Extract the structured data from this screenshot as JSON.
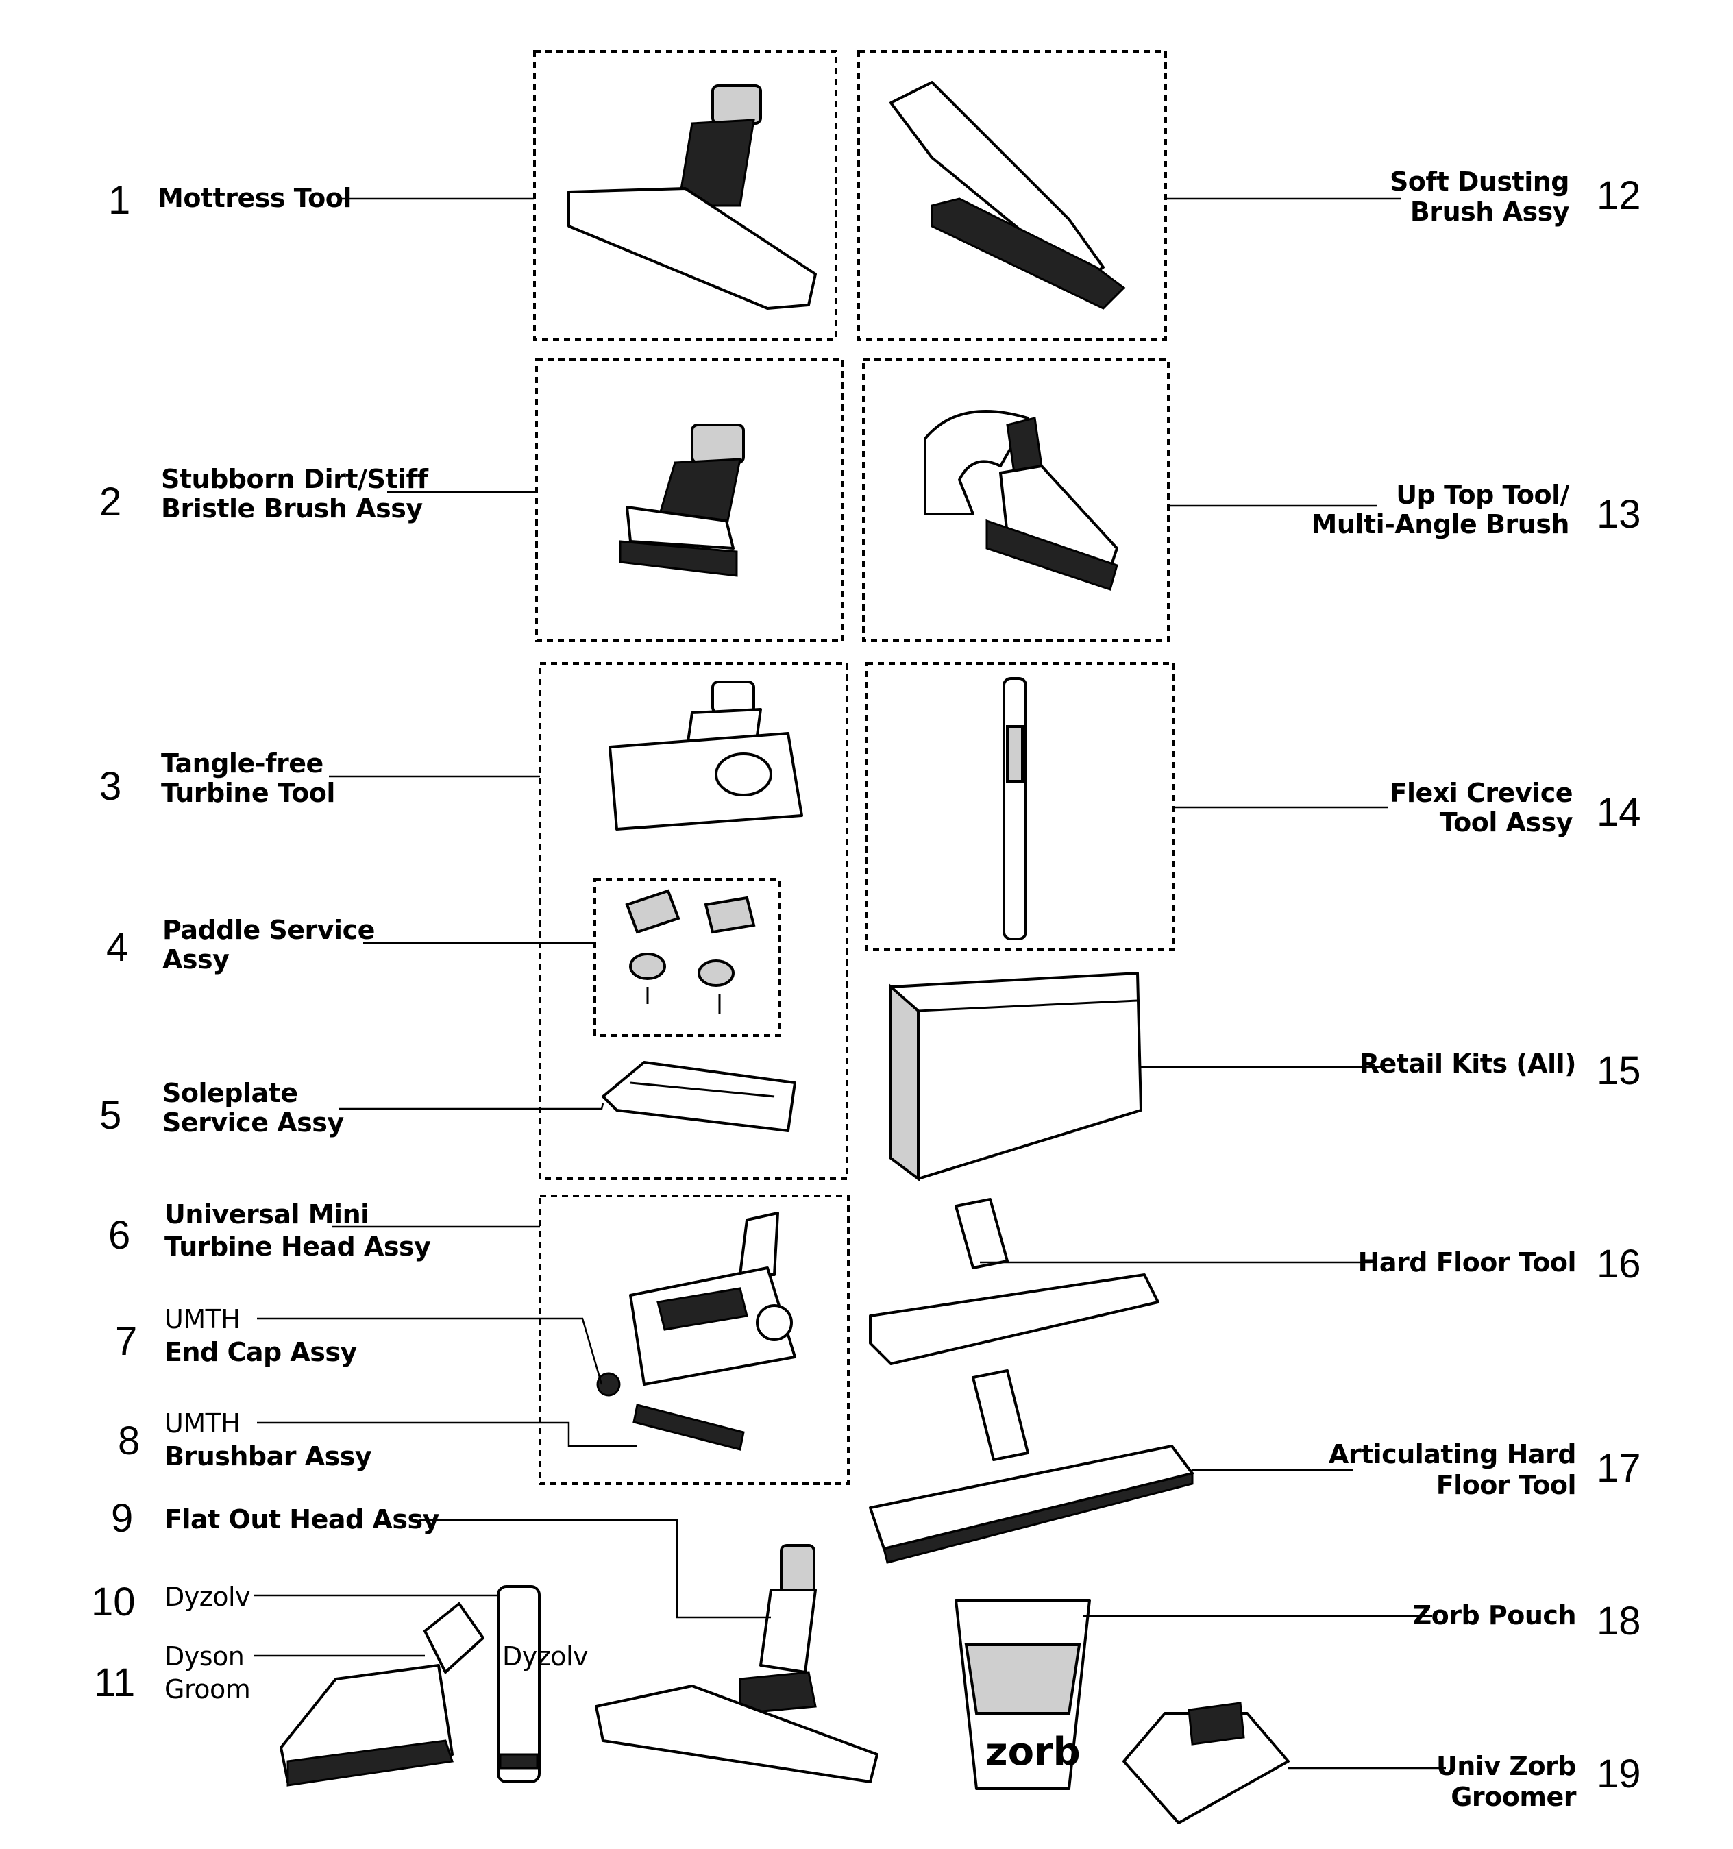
{
  "parts": [
    {
      "num": "1",
      "label": [
        "Mottress Tool"
      ]
    },
    {
      "num": "2",
      "label": [
        "Stubborn Dirt/Stiff",
        "Bristle Brush Assy"
      ]
    },
    {
      "num": "3",
      "label": [
        "Tangle-free",
        "Turbine Tool"
      ]
    },
    {
      "num": "4",
      "label": [
        "Paddle Service",
        "Assy"
      ]
    },
    {
      "num": "5",
      "label": [
        "Soleplate",
        "Service Assy"
      ]
    },
    {
      "num": "6",
      "label": [
        "Universal Mini",
        "Turbine Head Assy"
      ]
    },
    {
      "num": "7",
      "label": [
        "UMTH",
        "End Cap Assy"
      ]
    },
    {
      "num": "8",
      "label": [
        "UMTH",
        "Brushbar Assy"
      ]
    },
    {
      "num": "9",
      "label": [
        "Flat Out Head Assy"
      ]
    },
    {
      "num": "10",
      "label": [
        "Dyzolv"
      ]
    },
    {
      "num": "11",
      "label": [
        "Dyson",
        "Groom"
      ]
    },
    {
      "num": "12",
      "label": [
        "Soft Dusting",
        "Brush Assy"
      ]
    },
    {
      "num": "13",
      "label": [
        "Up Top Tool/",
        "Multi-Angle Brush"
      ]
    },
    {
      "num": "14",
      "label": [
        "Flexi Crevice",
        "Tool Assy"
      ]
    },
    {
      "num": "15",
      "label": [
        "Retail Kits (All)"
      ]
    },
    {
      "num": "16",
      "label": [
        "Hard Floor Tool"
      ]
    },
    {
      "num": "17",
      "label": [
        "Articulating Hard",
        "Floor Tool"
      ]
    },
    {
      "num": "18",
      "label": [
        "Zorb Pouch"
      ]
    },
    {
      "num": "19",
      "label": [
        "Univ Zorb",
        "Groomer"
      ]
    }
  ],
  "artwork_text": {
    "zorb_logo": "zorb",
    "dyzolv_bottle": "Dyzolv"
  }
}
